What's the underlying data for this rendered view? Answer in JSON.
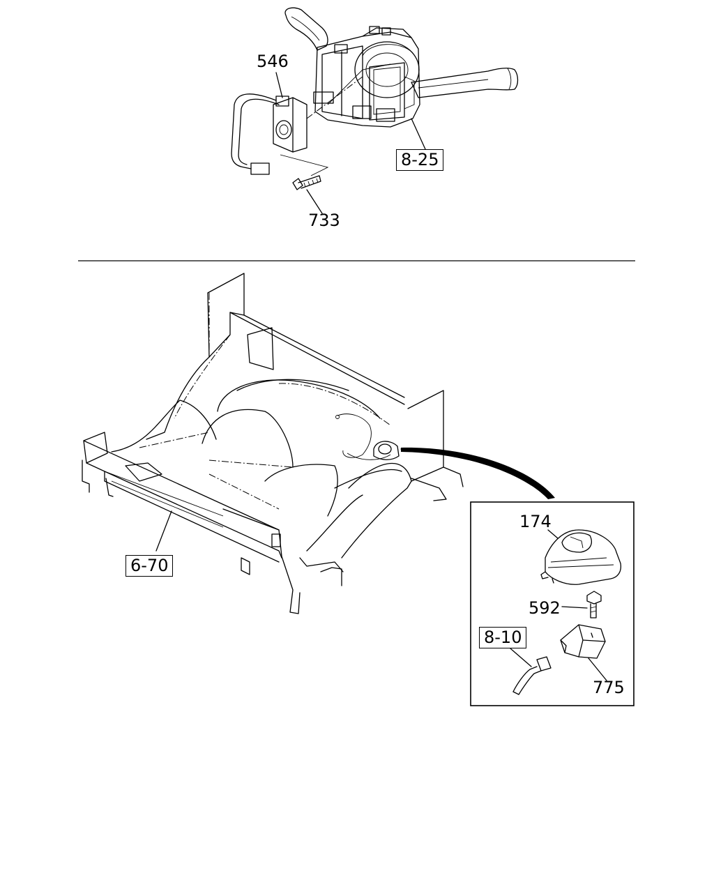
{
  "diagram": {
    "callouts": {
      "part_546": "546",
      "part_733": "733",
      "ref_8_25": "8-25",
      "ref_6_70": "6-70",
      "part_174": "174",
      "part_592": "592",
      "ref_8_10": "8-10",
      "part_775": "775"
    }
  }
}
